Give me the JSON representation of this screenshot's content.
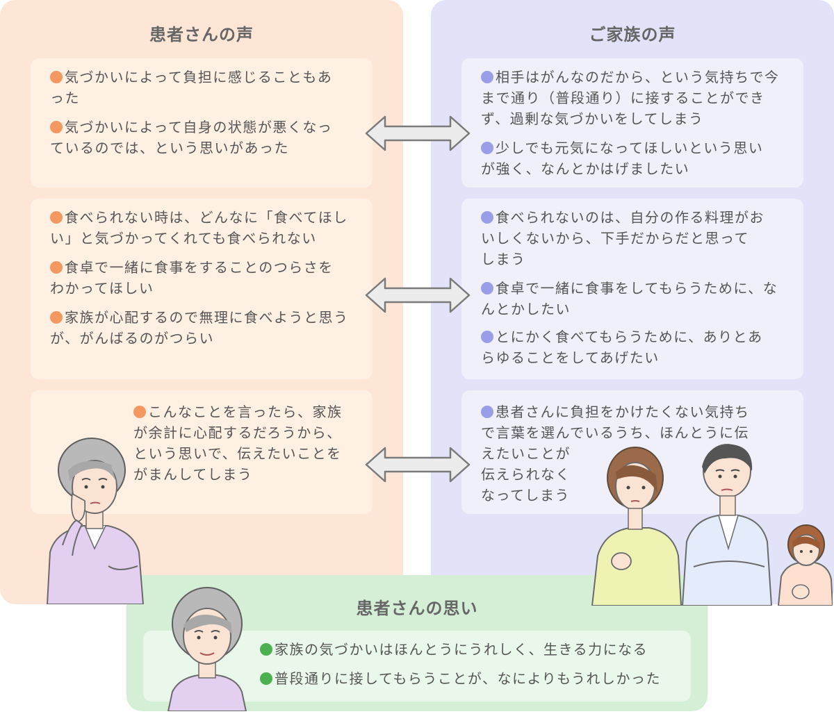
{
  "colors": {
    "patient_panel": "#fde6d5",
    "patient_card": "#fff0e4",
    "patient_bullet": "#f39860",
    "family_panel": "#e2e3f8",
    "family_card": "#f0f0fb",
    "family_bullet": "#9a9ee6",
    "thoughts_panel": "#d5eed6",
    "thoughts_card": "#eaf7eb",
    "thoughts_bullet": "#4cb050",
    "arrow_fill": "#ececec",
    "arrow_stroke": "#7a7a7a"
  },
  "patient_voice": {
    "title": "患者さんの声",
    "groups": [
      {
        "items": [
          [
            "気づかいによって負担に感じることもあ",
            "った"
          ],
          [
            "気づかいによって自身の状態が悪くなっ",
            "ているのでは、という思いがあった"
          ]
        ]
      },
      {
        "items": [
          [
            "食べられない時は、どんなに「食べてほし",
            "い」と気づかってくれても食べられない"
          ],
          [
            "食卓で一緒に食事をすることのつらさを",
            "わかってほしい"
          ],
          [
            "家族が心配するので無理に食べようと思う",
            "が、がんばるのがつらい"
          ]
        ]
      },
      {
        "items": [
          [
            "こんなことを言ったら、家族",
            "が余計に心配するだろうから、",
            "という思いで、伝えたいことを",
            "がまんしてしまう"
          ]
        ]
      }
    ]
  },
  "family_voice": {
    "title": "ご家族の声",
    "groups": [
      {
        "items": [
          [
            "相手はがんなのだから、という気持ちで今",
            "まで通り（普段通り）に接することができ",
            "ず、過剰な気づかいをしてしまう"
          ],
          [
            "少しでも元気になってほしいという思い",
            "が強く、なんとかはげましたい"
          ]
        ]
      },
      {
        "items": [
          [
            "食べられないのは、自分の作る料理がお",
            "いしくないから、下手だからだと思って",
            "しまう"
          ],
          [
            "食卓で一緒に食事をしてもらうために、な",
            "んとかしたい"
          ],
          [
            "とにかく食べてもらうために、ありとあ",
            "らゆることをしてあげたい"
          ]
        ]
      },
      {
        "items": [
          [
            "患者さんに負担をかけたくない気持ち",
            "で言葉を選んでいるうち、ほんとうに伝",
            "えたいことが",
            "伝えられなく",
            "なってしまう"
          ]
        ]
      }
    ]
  },
  "patient_thoughts": {
    "title": "患者さんの思い",
    "items": [
      "家族の気づかいはほんとうにうれしく、生きる力になる",
      "普段通りに接してもらうことが、なによりもうれしかった"
    ]
  }
}
